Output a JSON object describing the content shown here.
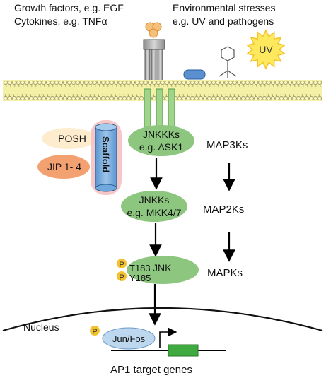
{
  "stimuli": {
    "left_line1": "Growth factors, e.g. EGF",
    "left_line2": "Cytokines, e.g. TNFα",
    "right_line1": "Environmental stresses",
    "right_line2": "e.g. UV and pathogens",
    "uv": "UV"
  },
  "scaffold": {
    "label": "Scaffold",
    "partners": [
      "POSH",
      "JIP 1- 4"
    ]
  },
  "cascade": {
    "jnkkk_line1": "JNKKKs",
    "jnkkk_line2": "e.g. ASK1",
    "jnkk_line1": "JNKKs",
    "jnkk_line2": "e.g. MKK4/7",
    "jnk_site1": "T183",
    "jnk_site2": "Y185",
    "jnk_name": "JNK",
    "phospho": "P"
  },
  "tiers": {
    "map3k": "MAP3Ks",
    "map2k": "MAP2Ks",
    "mapk": "MAPKs"
  },
  "nucleus": {
    "label": "Nucleus",
    "tf": "Jun/Fos",
    "genes": "AP1 target genes"
  },
  "colors": {
    "green_oval": "#8dc67f",
    "green_gene": "#3faa3f",
    "scaffold_blue": "#6fa8dc",
    "scaffold_glow": "#f3b3b3",
    "posh": "#fdeccd",
    "jip": "#f4a172",
    "phospho": "#f2c12e",
    "uv": "#fde85e",
    "membrane": "#f2ef9a"
  }
}
